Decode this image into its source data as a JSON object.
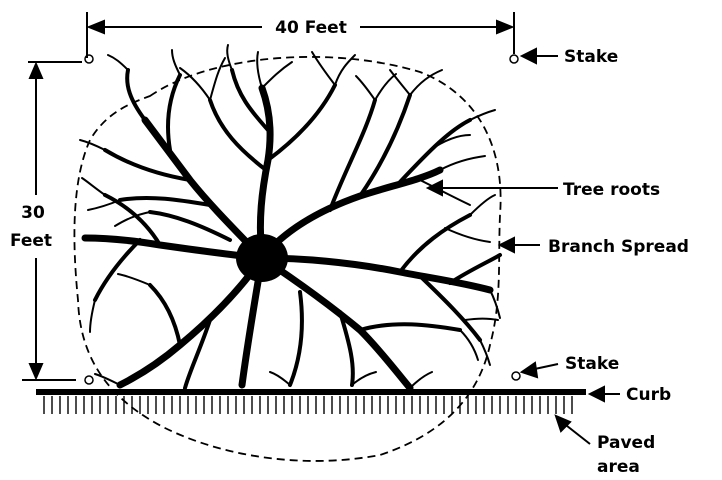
{
  "labels": {
    "width": "40 Feet",
    "height_num": "30",
    "height_unit": "Feet",
    "stake_top": "Stake",
    "stake_bottom": "Stake",
    "tree_roots": "Tree roots",
    "branch_spread": "Branch Spread",
    "curb": "Curb",
    "paved_line1": "Paved",
    "paved_line2": "area"
  },
  "colors": {
    "ink": "#000000",
    "background": "#ffffff"
  }
}
